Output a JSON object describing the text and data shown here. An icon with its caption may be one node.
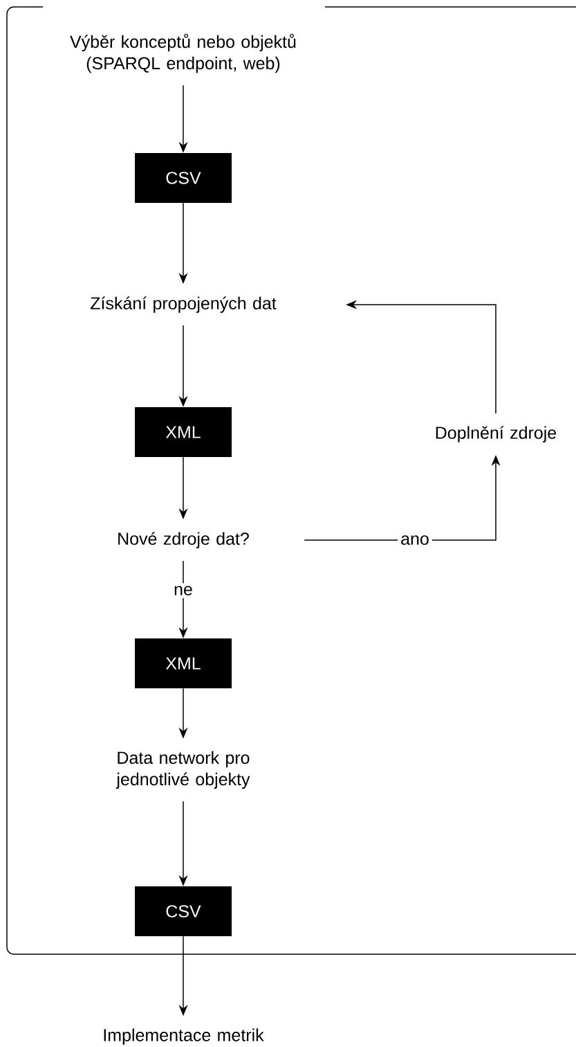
{
  "diagram": {
    "nodes": [
      {
        "text": [
          "Výběr konceptů nebo objektů (SPARQL endpoint, web)"
        ]
      },
      {
        "text": [
          "CSV"
        ]
      },
      {
        "text": [
          "Získání propojených dat"
        ]
      },
      {
        "text": [
          "XML"
        ]
      },
      {
        "text": [
          "Nové zdroje dat?"
        ]
      },
      {
        "text": [
          "Doplnění zdroje"
        ]
      },
      {
        "text": [
          "XML"
        ]
      },
      {
        "text": [
          "Data network pro jednotlivé objekty"
        ]
      },
      {
        "text": [
          "CSV"
        ]
      },
      {
        "text": [
          "Implementace metrik"
        ]
      }
    ],
    "edges": [
      {
        "from": 0,
        "to": 1,
        "arrow": "to"
      },
      {
        "from": 1,
        "to": 2,
        "arrow": "to"
      },
      {
        "from": 2,
        "to": 3,
        "arrow": "to"
      },
      {
        "from": 3,
        "to": 4,
        "arrow": "to"
      },
      {
        "from": 4,
        "to": 6,
        "arrow": "to",
        "label": "ne"
      },
      {
        "from": 4,
        "to": 5,
        "arrow": "to",
        "label": "ano"
      },
      {
        "from": 5,
        "to": 2,
        "arrow": "to"
      },
      {
        "from": 6,
        "to": 7,
        "arrow": "to"
      },
      {
        "from": 7,
        "to": 8,
        "arrow": "to"
      },
      {
        "from": 8,
        "to": 9,
        "arrow": "to"
      }
    ]
  }
}
